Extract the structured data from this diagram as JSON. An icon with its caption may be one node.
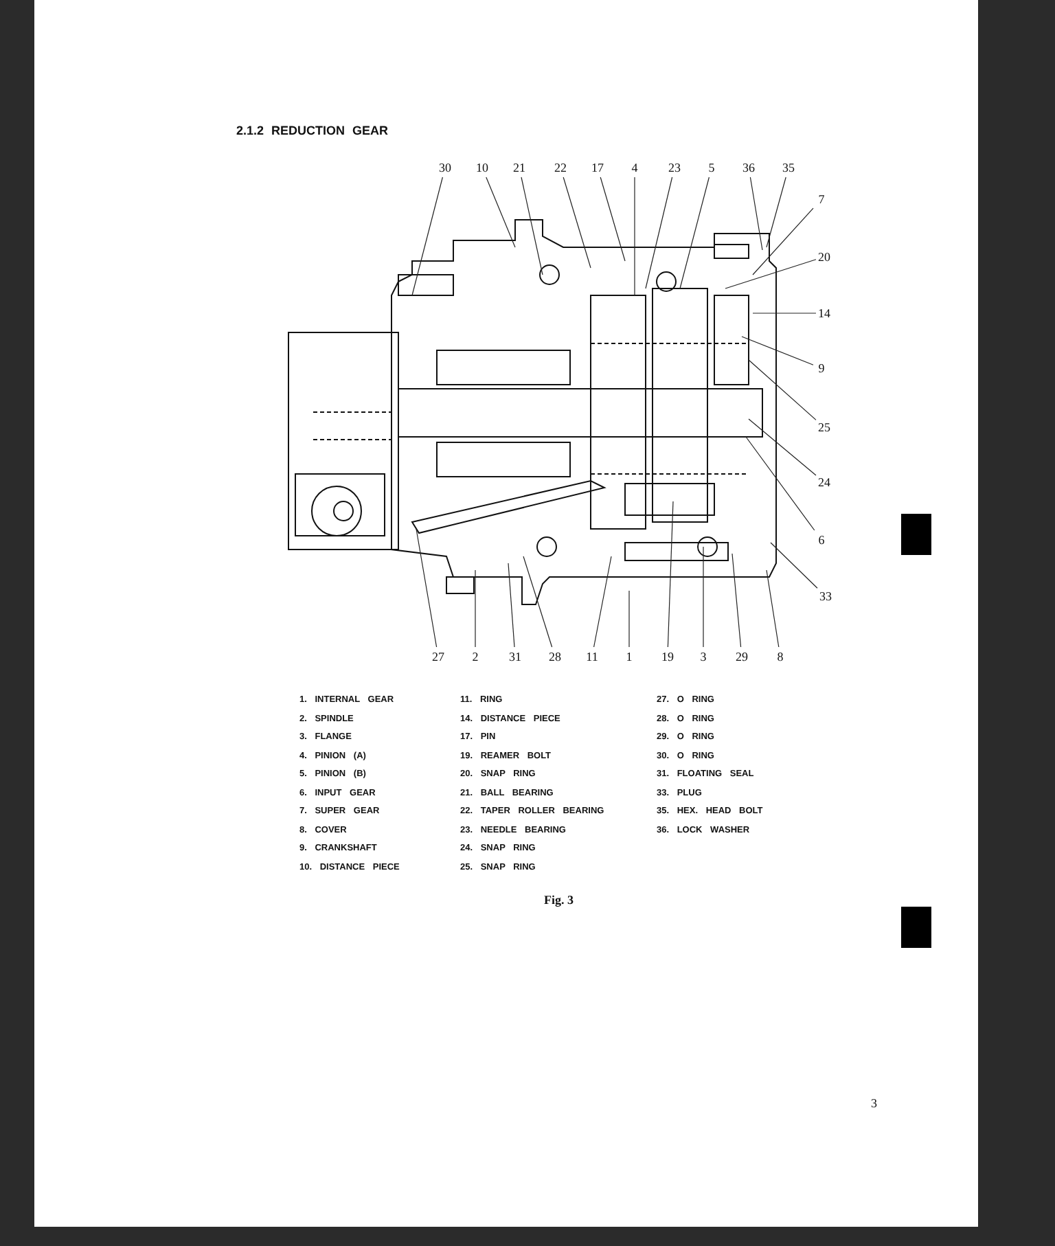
{
  "diagram": {
    "title": "2.1.2 REDUCTION GEAR",
    "caption": "Fig. 3",
    "nodes": [
      {
        "text": [
          "30"
        ]
      },
      {
        "text": [
          "10"
        ]
      },
      {
        "text": [
          "21"
        ]
      },
      {
        "text": [
          "22"
        ]
      },
      {
        "text": [
          "17"
        ]
      },
      {
        "text": [
          "4"
        ]
      },
      {
        "text": [
          "23"
        ]
      },
      {
        "text": [
          "5"
        ]
      },
      {
        "text": [
          "36"
        ]
      },
      {
        "text": [
          "35"
        ]
      },
      {
        "text": [
          "7"
        ]
      },
      {
        "text": [
          "20"
        ]
      },
      {
        "text": [
          "14"
        ]
      },
      {
        "text": [
          "9"
        ]
      },
      {
        "text": [
          "25"
        ]
      },
      {
        "text": [
          "24"
        ]
      },
      {
        "text": [
          "6"
        ]
      },
      {
        "text": [
          "33"
        ]
      },
      {
        "text": [
          "27"
        ]
      },
      {
        "text": [
          "2"
        ]
      },
      {
        "text": [
          "31"
        ]
      },
      {
        "text": [
          "28"
        ]
      },
      {
        "text": [
          "11"
        ]
      },
      {
        "text": [
          "1"
        ]
      },
      {
        "text": [
          "19"
        ]
      },
      {
        "text": [
          "3"
        ]
      },
      {
        "text": [
          "29"
        ]
      },
      {
        "text": [
          "8"
        ]
      }
    ],
    "edges": [
      {
        "from": 0,
        "to": null,
        "arrow": "none"
      },
      {
        "from": 1,
        "to": null,
        "arrow": "none"
      },
      {
        "from": 2,
        "to": null,
        "arrow": "none"
      },
      {
        "from": 3,
        "to": null,
        "arrow": "none"
      },
      {
        "from": 4,
        "to": null,
        "arrow": "none"
      },
      {
        "from": 5,
        "to": null,
        "arrow": "none"
      },
      {
        "from": 6,
        "to": null,
        "arrow": "none"
      },
      {
        "from": 7,
        "to": null,
        "arrow": "none"
      },
      {
        "from": 8,
        "to": null,
        "arrow": "none"
      },
      {
        "from": 9,
        "to": null,
        "arrow": "none"
      },
      {
        "from": 10,
        "to": null,
        "arrow": "none"
      },
      {
        "from": 11,
        "to": null,
        "arrow": "none"
      },
      {
        "from": 12,
        "to": null,
        "arrow": "none"
      },
      {
        "from": 13,
        "to": null,
        "arrow": "none"
      },
      {
        "from": 14,
        "to": null,
        "arrow": "none"
      },
      {
        "from": 15,
        "to": null,
        "arrow": "none"
      },
      {
        "from": 16,
        "to": null,
        "arrow": "none"
      },
      {
        "from": 17,
        "to": null,
        "arrow": "none"
      },
      {
        "from": 18,
        "to": null,
        "arrow": "none"
      },
      {
        "from": 19,
        "to": null,
        "arrow": "none"
      },
      {
        "from": 20,
        "to": null,
        "arrow": "none"
      },
      {
        "from": 21,
        "to": null,
        "arrow": "none"
      },
      {
        "from": 22,
        "to": null,
        "arrow": "none"
      },
      {
        "from": 23,
        "to": null,
        "arrow": "none"
      },
      {
        "from": 24,
        "to": null,
        "arrow": "none"
      },
      {
        "from": 25,
        "to": null,
        "arrow": "none"
      },
      {
        "from": 26,
        "to": null,
        "arrow": "none"
      },
      {
        "from": 27,
        "to": null,
        "arrow": "none"
      }
    ],
    "labels": [
      "1. INTERNAL GEAR",
      "2. SPINDLE",
      "3. FLANGE",
      "4. PINION (A)",
      "5. PINION (B)",
      "6. INPUT GEAR",
      "7. SUPER GEAR",
      "8. COVER",
      "9. CRANKSHAFT",
      "10. DISTANCE PIECE",
      "11. RING",
      "14. DISTANCE PIECE",
      "17. PIN",
      "19. REAMER BOLT",
      "20. SNAP RING",
      "21. BALL BEARING",
      "22. TAPER ROLLER BEARING",
      "23. NEEDLE BEARING",
      "24. SNAP RING",
      "25. SNAP RING",
      "27. O RING",
      "28. O RING",
      "29. O RING",
      "30. O RING",
      "31. FLOATING SEAL",
      "33. PLUG",
      "35. HEX. HEAD BOLT",
      "36. LOCK WASHER",
      "3"
    ]
  }
}
